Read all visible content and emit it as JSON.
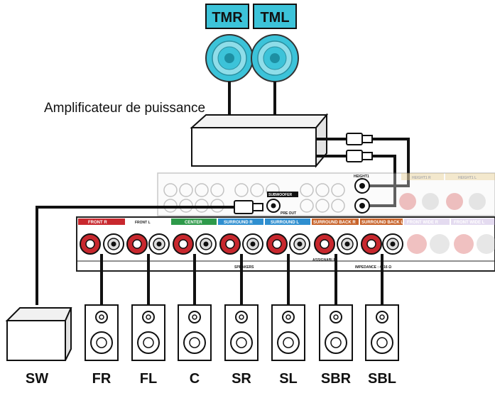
{
  "height_speakers": {
    "right_tag": "TMR",
    "left_tag": "TML",
    "tag_color": "#3cc3d9"
  },
  "amplifier": {
    "label": "Amplificateur de puissance"
  },
  "panel": {
    "terminals": [
      {
        "label": "FRONT R",
        "color": "#c8282e"
      },
      {
        "label": "FRONT L",
        "color": "#ffffff"
      },
      {
        "label": "CENTER",
        "color": "#2e9a4a"
      },
      {
        "label": "SURROUND R",
        "color": "#2f8fd0"
      },
      {
        "label": "SURROUND L",
        "color": "#2f8fd0"
      },
      {
        "label": "SURROUND BACK R",
        "color": "#c8632a"
      },
      {
        "label": "SURROUND BACK L",
        "color": "#c8632a"
      }
    ],
    "faded_terminals": [
      "FRONT WIDE R",
      "FRONT WIDE L"
    ],
    "height_terminals": [
      "HEIGHT1 R",
      "HEIGHT1 L"
    ],
    "subwoofer_label": "SUBWOOFER",
    "pre_out_label": "PRE OUT",
    "speakers_label": "SPEAKERS",
    "assignable_label": "ASSIGNABLE",
    "impedance_label": "IMPEDANCE : 4~16 Ω",
    "height1_label": "HEIGHT1"
  },
  "speakers": [
    {
      "label": "SW"
    },
    {
      "label": "FR"
    },
    {
      "label": "FL"
    },
    {
      "label": "C"
    },
    {
      "label": "SR"
    },
    {
      "label": "SL"
    },
    {
      "label": "SBR"
    },
    {
      "label": "SBL"
    }
  ]
}
